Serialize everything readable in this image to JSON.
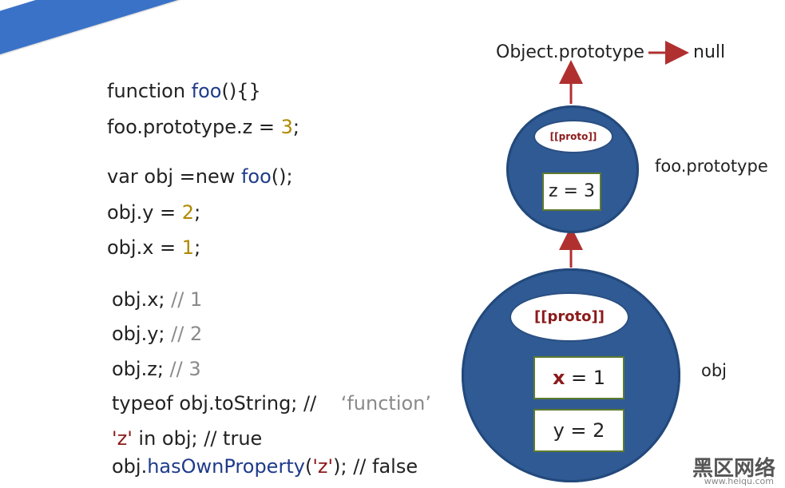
{
  "banner": {
    "title": "创建对象-new/原型链"
  },
  "code": {
    "line1_a": "function ",
    "line1_b": "foo",
    "line1_c": "(){}",
    "line2_a": "foo.prototype.z = ",
    "line2_b": "3",
    "line2_c": ";",
    "line3_a": "var obj =new ",
    "line3_b": "foo",
    "line3_c": "();",
    "line4_a": "obj.y = ",
    "line4_b": "2",
    "line4_c": ";",
    "line5_a": "obj.x = ",
    "line5_b": "1",
    "line5_c": ";",
    "line6_a": "obj.x; ",
    "line6_b": "// 1",
    "line7_a": "obj.y; ",
    "line7_b": "// 2",
    "line8_a": "obj.z; ",
    "line8_b": "// 3",
    "line9_a": "typeof obj.toString; //    ",
    "line9_b": "‘function’",
    "line10_a": "'z'",
    "line10_b": " in obj; // true",
    "line11_a": "obj.",
    "line11_b": "hasOwnProperty",
    "line11_c": "(",
    "line11_d": "'z'",
    "line11_e": "); // false"
  },
  "diagram": {
    "object_prototype": "Object.prototype",
    "null_label": "null",
    "foo_prototype_label": "foo.prototype",
    "obj_label": "obj",
    "proto_small": "[[proto]]",
    "proto_large": "[[proto]]",
    "z_box": "z = 3",
    "x_box_var": "x",
    "x_box_rest": " = 1",
    "y_box": "y = 2",
    "colors": {
      "circle": "#2f5a93",
      "arrow": "#b03030",
      "banner": "#3a72c8"
    }
  },
  "watermark": {
    "text": "黑区网络",
    "url": "www.heiqu.com"
  }
}
